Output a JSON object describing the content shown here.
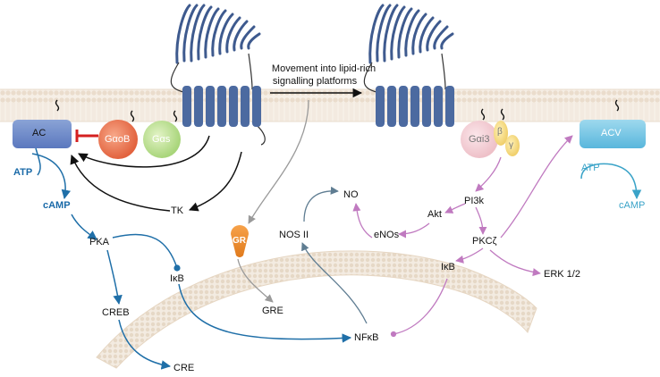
{
  "annotation": {
    "line1": "Movement into lipid-rich",
    "line2": "signalling platforms"
  },
  "nodes": {
    "ac": "AC",
    "gaob": "GαoB",
    "gas": "Gαs",
    "gai3": "Gαi3",
    "beta": "β",
    "gamma": "γ",
    "acv": "ACV",
    "atp_left": "ATP",
    "camp_left": "cAMP",
    "atp_right": "ATP",
    "camp_right": "cAMP",
    "tk": "TK",
    "pka": "PKA",
    "ikb_left": "IκB",
    "creb": "CREB",
    "cre": "CRE",
    "gr": "GR",
    "gre": "GRE",
    "nos2": "NOS II",
    "no": "NO",
    "enos": "eNOs",
    "akt": "Akt",
    "pi3k": "PI3k",
    "pkcz": "PKCζ",
    "ikb_right": "IκB",
    "erk": "ERK 1/2",
    "nfkb": "NFκB"
  },
  "colors": {
    "blue_pathway": "#1f6fa8",
    "purple_pathway": "#c07ac0",
    "grey_pathway": "#9a9a9a",
    "slate_pathway": "#5f7d92",
    "inhibit": "#d42020",
    "receptor": "#3e5a8e",
    "membrane": "#efe6da"
  }
}
